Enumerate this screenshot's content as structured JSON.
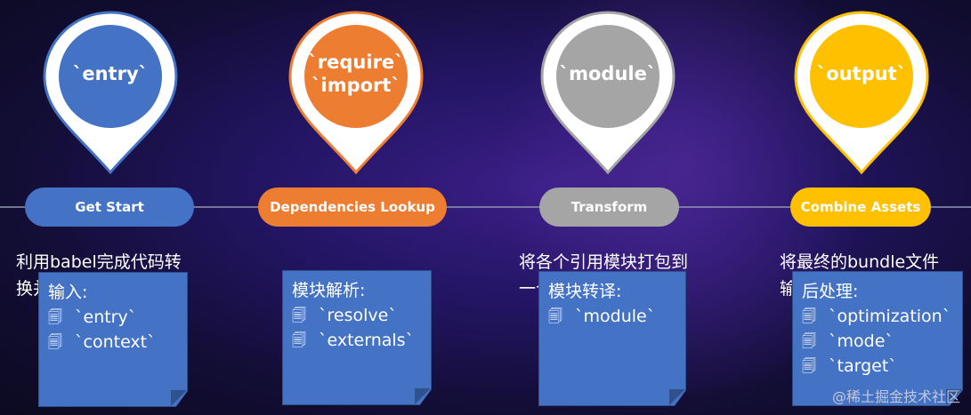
{
  "colors": {
    "blue": "#4472c4",
    "orange": "#ed7d31",
    "gray": "#a5a5a5",
    "yellow": "#ffc000",
    "note": "#4472c4"
  },
  "steps": [
    {
      "pin_label": "`entry`",
      "pill_label": "Get Start",
      "color": "#4472c4"
    },
    {
      "pin_label": "`require`\n`import`",
      "pill_label": "Dependencies Lookup",
      "color": "#ed7d31"
    },
    {
      "pin_label": "`module`",
      "pill_label": "Transform",
      "color": "#a5a5a5"
    },
    {
      "pin_label": "`output`",
      "pill_label": "Combine Assets",
      "color": "#ffc000"
    }
  ],
  "descriptions": {
    "step1": "利用babel完成代码转换并生成单个文件",
    "step3": "将各个引用模块打包到一个或多个函数中",
    "step4": "将最终的bundle文件输出"
  },
  "notes": [
    {
      "title": "输入:",
      "items": [
        "`entry`",
        "`context`"
      ]
    },
    {
      "title": "模块解析:",
      "items": [
        "`resolve`",
        "`externals`"
      ]
    },
    {
      "title": "模块转译:",
      "items": [
        "`module`"
      ]
    },
    {
      "title": "后处理:",
      "items": [
        "`optimization`",
        "`mode`",
        "`target`"
      ]
    }
  ],
  "note_icon": "document-link-icon",
  "watermark": "@稀土掘金技术社区"
}
